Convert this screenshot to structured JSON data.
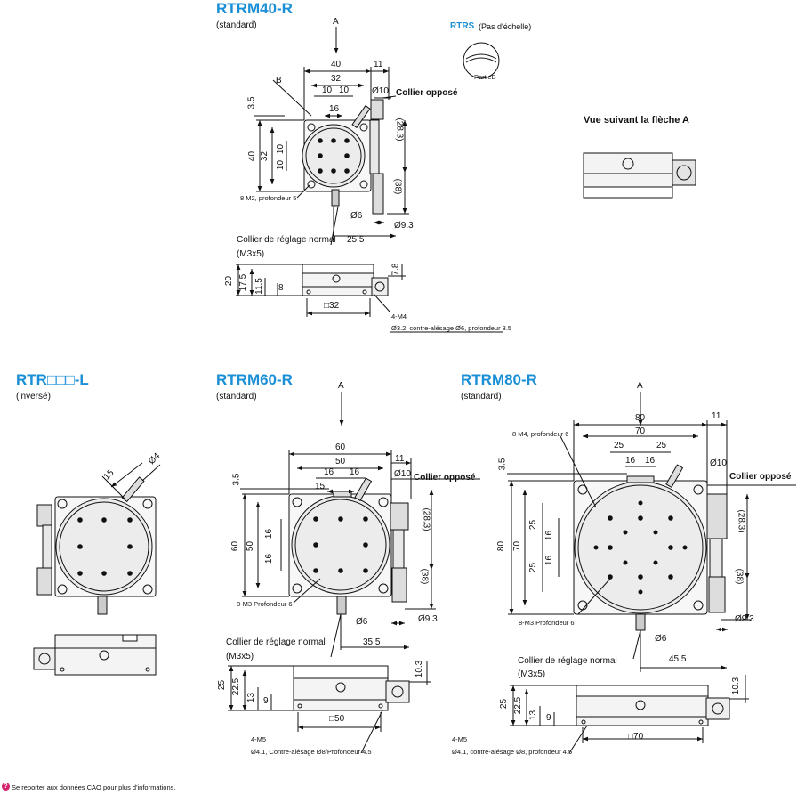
{
  "views": {
    "rtrm40": {
      "title": "RTRM40-R",
      "subtitle": "(standard)",
      "arrow_label": "A",
      "opp_collar": "Collier opposé",
      "normal_collar": "Collier de réglage normal",
      "normal_collar_spec": "(M3x5)",
      "callout_holes": "8 M2, profondeur 5",
      "callout_b": "B",
      "bottom_holes": "4-M4",
      "bottom_spec": "Ø3.2, contre-alésage Ø6, profondeur 3.5",
      "dims": {
        "w40": "40",
        "w11": "11",
        "w32": "32",
        "w10a": "10",
        "w10b": "10",
        "w16": "16",
        "d10": "Ø10",
        "h35": "3.5",
        "h40": "40",
        "h32": "32",
        "h10a": "10",
        "h10b": "10",
        "h283": "(28.3)",
        "h38": "(38)",
        "d6": "Ø6",
        "d93": "Ø9.3",
        "w255": "25.5",
        "s20": "20",
        "s175": "17.5",
        "s115": "11.5",
        "s8": "8",
        "s78": "7.8",
        "sq32": "□32"
      }
    },
    "rtrs": {
      "title": "RTRS",
      "subtitle": "(Pas d'échelle)",
      "part_label": "PartieB"
    },
    "arrow_view": {
      "title": "Vue suivant la flèche A"
    },
    "inverse": {
      "title": "RTR□□□-L",
      "subtitle": "(inversé)",
      "dim15": "15",
      "dim4": "Ø4"
    },
    "rtrm60": {
      "title": "RTRM60-R",
      "subtitle": "(standard)",
      "arrow_label": "A",
      "opp_collar": "Collier opposé",
      "normal_collar": "Collier de réglage normal",
      "normal_collar_spec": "(M3x5)",
      "callout_holes": "8-M3 Profondeur 6",
      "bottom_holes": "4-M5",
      "bottom_spec": "Ø4.1, Contre-alésage Ø8/Profondeur 4.5",
      "dims": {
        "w60": "60",
        "w50": "50",
        "w11": "11",
        "w16a": "16",
        "w16b": "16",
        "w15": "15",
        "d10": "Ø10",
        "h35": "3.5",
        "h60": "60",
        "h50": "50",
        "h16a": "16",
        "h16b": "16",
        "h283": "(28.3)",
        "h38": "(38)",
        "d6": "Ø6",
        "d93": "Ø9.3",
        "w355": "35.5",
        "s25": "25",
        "s225": "22.5",
        "s13": "13",
        "s9": "9",
        "s103": "10.3",
        "sq50": "□50"
      }
    },
    "rtrm80": {
      "title": "RTRM80-R",
      "subtitle": "(standard)",
      "arrow_label": "A",
      "opp_collar": "Collier opposé",
      "normal_collar": "Collier de réglage normal",
      "normal_collar_spec": "(M3x5)",
      "callout_top": "8 M4, profondeur 6",
      "callout_holes": "8-M3 Profondeur 6",
      "bottom_holes": "4-M5",
      "bottom_spec": "Ø4.1, contre-alésage Ø8, profondeur 4.5",
      "dims": {
        "w80": "80",
        "w70": "70",
        "w11": "11",
        "w25a": "25",
        "w25b": "25",
        "w16a": "16",
        "w16b": "16",
        "d10": "Ø10",
        "h35": "3.5",
        "h80": "80",
        "h70": "70",
        "h25a": "25",
        "h16a": "16",
        "h16b": "16",
        "h25b": "25",
        "h283": "(28.3)",
        "h38": "(38)",
        "d6": "Ø6",
        "d93": "Ø9.3",
        "w455": "45.5",
        "s25": "25",
        "s225": "22.5",
        "s13": "13",
        "s9": "9",
        "s103": "10.3",
        "sq70": "□70"
      }
    }
  },
  "footer": {
    "icon": "info-icon",
    "note": "Se reporter aux données CAO pour plus d'informations."
  },
  "colors": {
    "title": "#1a8fd6",
    "line": "#111111",
    "part_fill": "#f2f2f2",
    "footer_icon": "#d6236e"
  }
}
